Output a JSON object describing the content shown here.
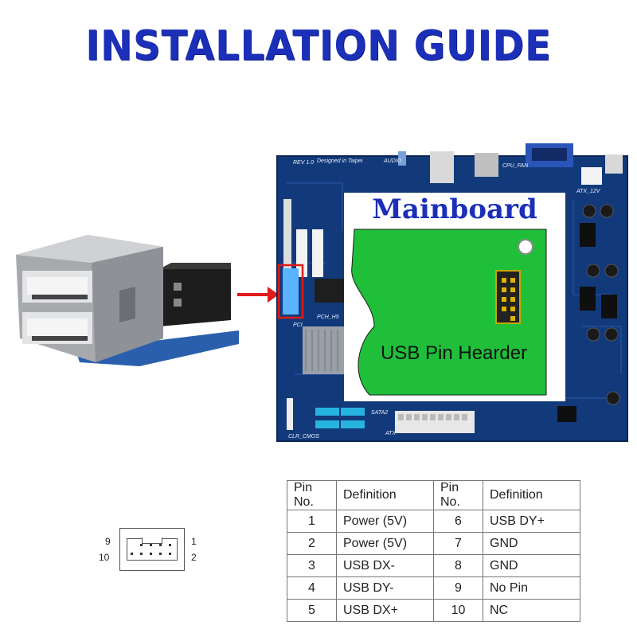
{
  "title": "INSTALLATION   GUIDE",
  "card": {
    "title": "Mainboard",
    "subtitle": "USB Pin Hearder"
  },
  "board_labels": {
    "designed": "Designed in Taipei",
    "rev": "REV 1.0",
    "audio": "AUDIO",
    "cpu_fan": "CPU_FAN",
    "atx12v": "ATX_12V",
    "sata2": "SATA2",
    "atx": "ATX",
    "clr_cmos": "CLR_CMOS",
    "pci": "PCI",
    "pch": "PCH_H5"
  },
  "pin_diagram": {
    "label_tl": "9",
    "label_bl": "10",
    "label_tr": "1",
    "label_br": "2"
  },
  "table": {
    "headers": [
      "Pin No.",
      "Definition",
      "Pin No.",
      "Definition"
    ],
    "rows": [
      [
        "1",
        "Power (5V)",
        "6",
        "USB DY+"
      ],
      [
        "2",
        "Power (5V)",
        "7",
        "GND"
      ],
      [
        "3",
        "USB DX-",
        "8",
        "GND"
      ],
      [
        "4",
        "USB DY-",
        "9",
        "No Pin"
      ],
      [
        "5",
        "USB DX+",
        "10",
        "NC"
      ]
    ]
  },
  "colors": {
    "title": "#1c2fb8",
    "board": "#123a7a",
    "pcb_green": "#1fbf3a",
    "arrow": "#e01b1b"
  }
}
